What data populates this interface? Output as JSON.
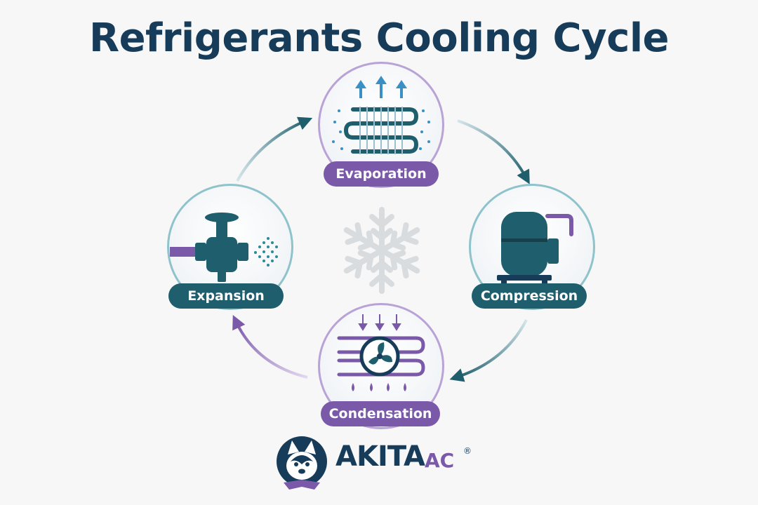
{
  "title": "Refrigerants Cooling Cycle",
  "stages": {
    "evaporation": "Evaporation",
    "compression": "Compression",
    "condensation": "Condensation",
    "expansion": "Expansion"
  },
  "brand": {
    "name": "AKITA",
    "sub": "AC",
    "reg": "®"
  },
  "colors": {
    "title": "#173c5a",
    "teal": "#1f5e6c",
    "purple": "#7a59a8",
    "light_purple": "#b9a3d6",
    "light_teal": "#8fc3cc",
    "blue_accent": "#3a8fc4",
    "background": "#f7f7f8"
  },
  "icons": {
    "center": "snowflake-icon",
    "evaporation": "evaporator-coil-icon",
    "compression": "compressor-icon",
    "condensation": "condenser-fan-icon",
    "expansion": "expansion-valve-icon",
    "logo": "akita-dog-logo"
  }
}
